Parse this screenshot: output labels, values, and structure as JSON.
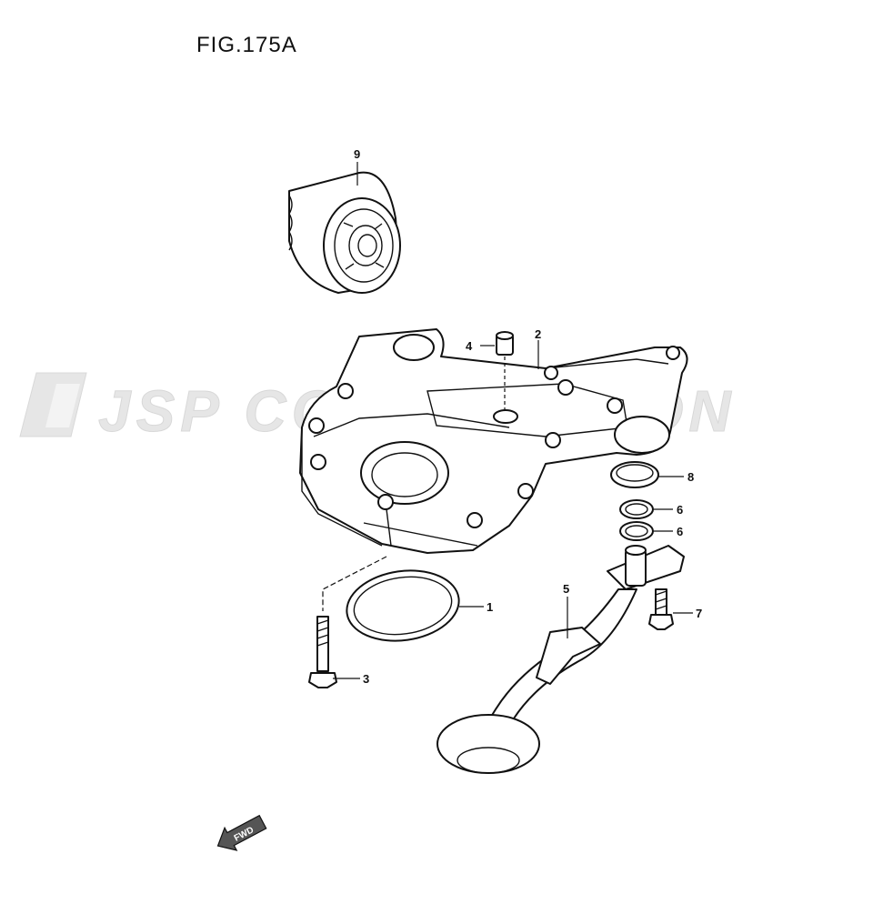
{
  "figure": {
    "title": "FIG.175A"
  },
  "watermark": {
    "text": "JSP CORPORATION"
  },
  "fwd_label": "FWD",
  "callouts": [
    {
      "id": "9",
      "label": "9"
    },
    {
      "id": "4",
      "label": "4"
    },
    {
      "id": "2",
      "label": "2"
    },
    {
      "id": "8",
      "label": "8"
    },
    {
      "id": "6a",
      "label": "6"
    },
    {
      "id": "6b",
      "label": "6"
    },
    {
      "id": "1",
      "label": "1"
    },
    {
      "id": "5",
      "label": "5"
    },
    {
      "id": "7",
      "label": "7"
    },
    {
      "id": "3",
      "label": "3"
    }
  ]
}
